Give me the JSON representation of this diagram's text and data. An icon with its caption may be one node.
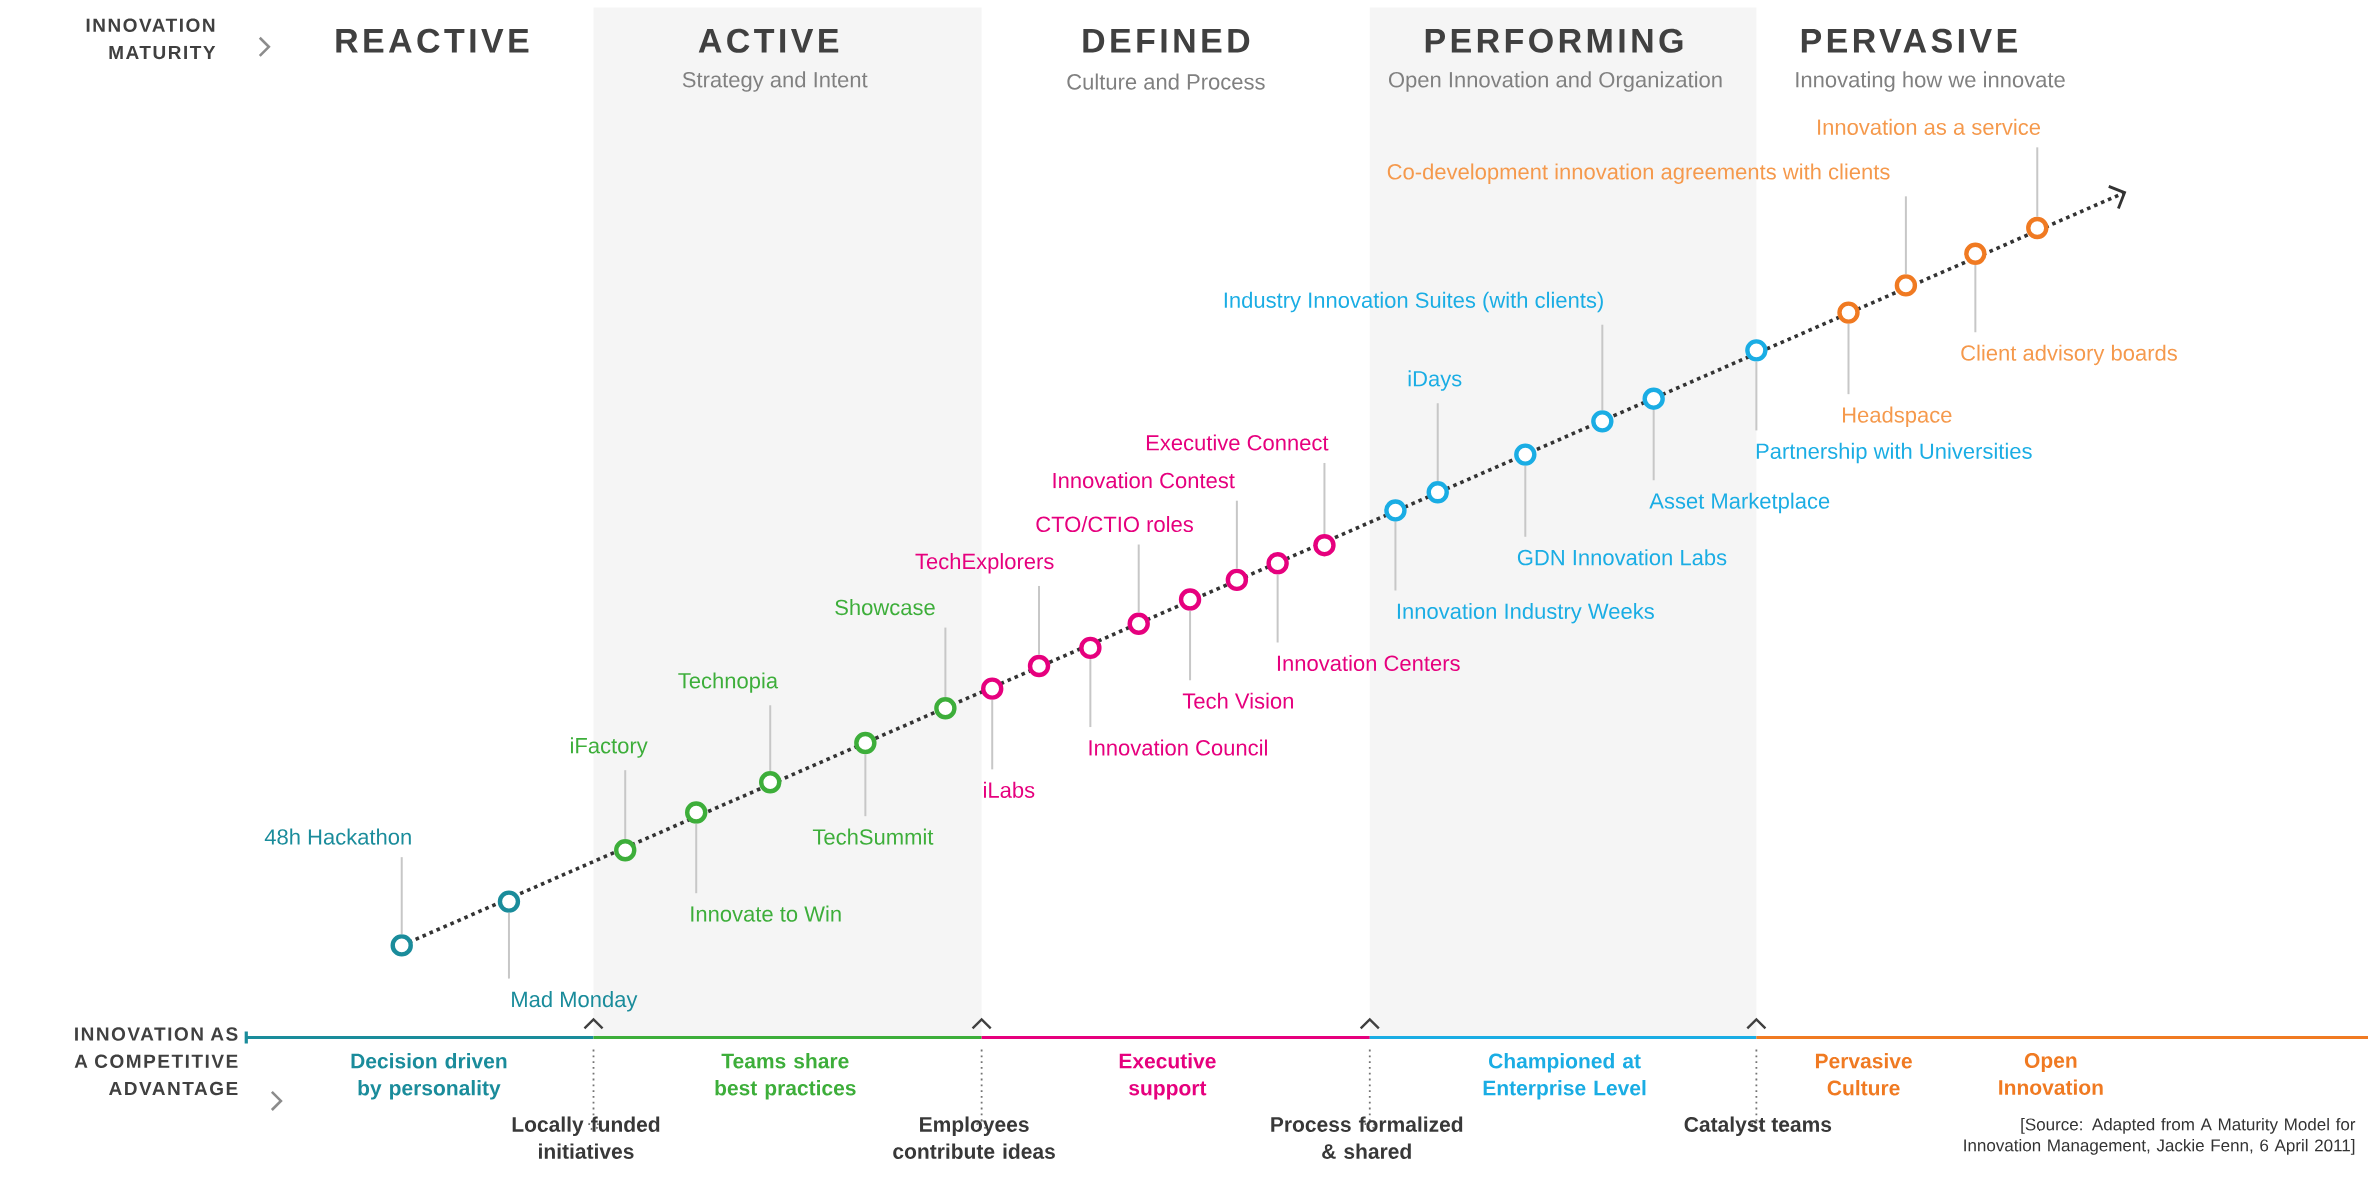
{
  "diagram": {
    "nodes": [
      {
        "text": [
          "48h Hackathon"
        ]
      },
      {
        "text": [],
        "shape": "circle"
      },
      {
        "text": [
          "Mad Monday"
        ]
      },
      {
        "text": [],
        "shape": "circle"
      },
      {
        "text": [
          "iFactory"
        ]
      },
      {
        "text": [],
        "shape": "circle"
      },
      {
        "text": [
          "Innovate to Win"
        ]
      },
      {
        "text": [],
        "shape": "circle"
      },
      {
        "text": [
          "Technopia"
        ]
      },
      {
        "text": [],
        "shape": "circle"
      },
      {
        "text": [
          "TechSummit"
        ]
      },
      {
        "text": [],
        "shape": "circle"
      },
      {
        "text": [
          "Showcase"
        ]
      },
      {
        "text": [],
        "shape": "circle"
      },
      {
        "text": [
          "iLabs"
        ]
      },
      {
        "text": [],
        "shape": "circle"
      },
      {
        "text": [
          "TechExplorers"
        ]
      },
      {
        "text": [],
        "shape": "circle"
      },
      {
        "text": [
          "Innovation Council"
        ]
      },
      {
        "text": [],
        "shape": "circle"
      },
      {
        "text": [
          "CTO/CTIO roles"
        ]
      },
      {
        "text": [],
        "shape": "circle"
      },
      {
        "text": [
          "Tech Vision"
        ]
      },
      {
        "text": [],
        "shape": "circle"
      },
      {
        "text": [
          "Innovation Contest"
        ]
      },
      {
        "text": [],
        "shape": "circle"
      },
      {
        "text": [
          "Innovation Centers"
        ]
      },
      {
        "text": [],
        "shape": "circle"
      },
      {
        "text": [
          "Executive Connect"
        ]
      },
      {
        "text": [],
        "shape": "circle"
      },
      {
        "text": [
          "Innovation Industry Weeks"
        ]
      },
      {
        "text": [],
        "shape": "circle"
      },
      {
        "text": [
          "iDays"
        ]
      },
      {
        "text": [],
        "shape": "circle"
      },
      {
        "text": [
          "GDN Innovation Labs"
        ]
      },
      {
        "text": [],
        "shape": "circle"
      },
      {
        "text": [
          "Industry Innovation Suites (with clients)"
        ]
      },
      {
        "text": [],
        "shape": "circle"
      },
      {
        "text": [
          "Asset Marketplace"
        ]
      },
      {
        "text": [],
        "shape": "circle"
      },
      {
        "text": [
          "Partnership with Universities"
        ]
      },
      {
        "text": [],
        "shape": "circle"
      },
      {
        "text": [
          "Headspace"
        ]
      },
      {
        "text": [],
        "shape": "circle"
      },
      {
        "text": [
          "Co-development innovation agreements with clients"
        ]
      },
      {
        "text": [],
        "shape": "circle"
      },
      {
        "text": [
          "Client advisory boards"
        ]
      },
      {
        "text": [],
        "shape": "circle"
      },
      {
        "text": [
          "Innovation as a service"
        ]
      },
      {
        "text": [],
        "shape": "circle"
      }
    ],
    "edges": [
      {
        "from": 0,
        "to": 1,
        "arrow": "none"
      },
      {
        "from": 2,
        "to": 3,
        "arrow": "none"
      },
      {
        "from": 4,
        "to": 5,
        "arrow": "none"
      },
      {
        "from": 6,
        "to": 7,
        "arrow": "none"
      },
      {
        "from": 8,
        "to": 9,
        "arrow": "none"
      },
      {
        "from": 10,
        "to": 11,
        "arrow": "none"
      },
      {
        "from": 12,
        "to": 13,
        "arrow": "none"
      },
      {
        "from": 14,
        "to": 15,
        "arrow": "none"
      },
      {
        "from": 16,
        "to": 17,
        "arrow": "none"
      },
      {
        "from": 18,
        "to": 19,
        "arrow": "none"
      },
      {
        "from": 20,
        "to": 21,
        "arrow": "none"
      },
      {
        "from": 22,
        "to": 23,
        "arrow": "none"
      },
      {
        "from": 24,
        "to": 25,
        "arrow": "none"
      },
      {
        "from": 26,
        "to": 27,
        "arrow": "none"
      },
      {
        "from": 28,
        "to": 29,
        "arrow": "none"
      },
      {
        "from": 30,
        "to": 31,
        "arrow": "none"
      },
      {
        "from": 32,
        "to": 33,
        "arrow": "none"
      },
      {
        "from": 34,
        "to": 35,
        "arrow": "none"
      },
      {
        "from": 36,
        "to": 37,
        "arrow": "none"
      },
      {
        "from": 38,
        "to": 39,
        "arrow": "none"
      },
      {
        "from": 40,
        "to": 41,
        "arrow": "none"
      },
      {
        "from": 42,
        "to": 43,
        "arrow": "none"
      },
      {
        "from": 44,
        "to": 45,
        "arrow": "none"
      },
      {
        "from": 46,
        "to": 47,
        "arrow": "none"
      },
      {
        "from": 48,
        "to": 49,
        "arrow": "none"
      }
    ],
    "labels": [
      "INNOVATION MATURITY",
      "REACTIVE",
      "ACTIVE",
      "Strategy and Intent",
      "DEFINED",
      "Culture and Process",
      "PERFORMING",
      "Open Innovation and Organization",
      "PERVASIVE",
      "Innovating how we innovate",
      "INNOVATION AS A COMPETITIVE ADVANTAGE",
      "Decision driven by personality",
      "Teams share best practices",
      "Executive support",
      "Championed at Enterprise Level",
      "Pervasive Culture",
      "Open Innovation",
      "Locally funded initiatives",
      "Employees contribute ideas",
      "Process formalized & shared",
      "Catalyst teams",
      "[Source: Adapted from A Maturity Model for Innovation Management, Jackie Fenn, 6 April 2011]"
    ]
  }
}
